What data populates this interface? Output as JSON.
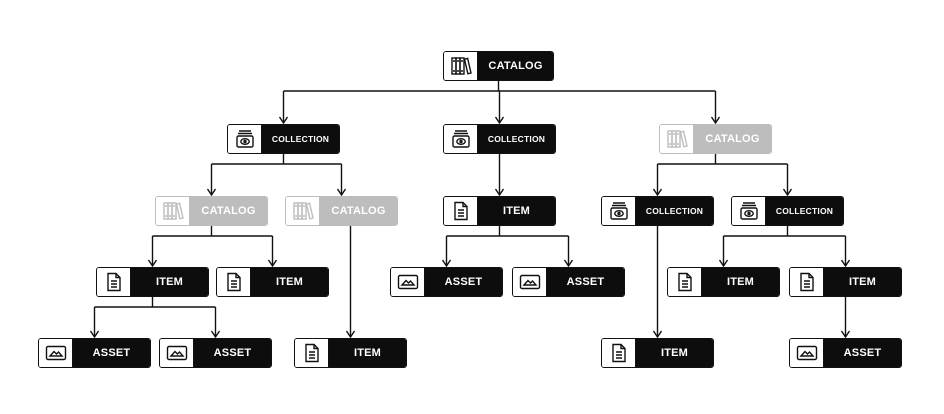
{
  "nodes": [
    {
      "id": "n0",
      "type": "catalog",
      "label": "CATALOG",
      "faded": false
    },
    {
      "id": "n1",
      "type": "collection",
      "label": "COLLECTION",
      "faded": false
    },
    {
      "id": "n2",
      "type": "collection",
      "label": "COLLECTION",
      "faded": false
    },
    {
      "id": "n3",
      "type": "catalog",
      "label": "CATALOG",
      "faded": true
    },
    {
      "id": "n4",
      "type": "catalog",
      "label": "CATALOG",
      "faded": true
    },
    {
      "id": "n5",
      "type": "catalog",
      "label": "CATALOG",
      "faded": true
    },
    {
      "id": "n6",
      "type": "item",
      "label": "ITEM",
      "faded": false
    },
    {
      "id": "n7",
      "type": "collection",
      "label": "COLLECTION",
      "faded": false
    },
    {
      "id": "n8",
      "type": "collection",
      "label": "COLLECTION",
      "faded": false
    },
    {
      "id": "n9",
      "type": "item",
      "label": "ITEM",
      "faded": false
    },
    {
      "id": "n10",
      "type": "item",
      "label": "ITEM",
      "faded": false
    },
    {
      "id": "n11",
      "type": "asset",
      "label": "ASSET",
      "faded": false
    },
    {
      "id": "n12",
      "type": "asset",
      "label": "ASSET",
      "faded": false
    },
    {
      "id": "n13",
      "type": "item",
      "label": "ITEM",
      "faded": false
    },
    {
      "id": "n14",
      "type": "item",
      "label": "ITEM",
      "faded": false
    },
    {
      "id": "n15",
      "type": "asset",
      "label": "ASSET",
      "faded": false
    },
    {
      "id": "n16",
      "type": "asset",
      "label": "ASSET",
      "faded": false
    },
    {
      "id": "n17",
      "type": "item",
      "label": "ITEM",
      "faded": false
    },
    {
      "id": "n18",
      "type": "item",
      "label": "ITEM",
      "faded": false
    },
    {
      "id": "n19",
      "type": "asset",
      "label": "ASSET",
      "faded": false
    }
  ],
  "edges": [
    [
      "n0",
      "n1"
    ],
    [
      "n0",
      "n2"
    ],
    [
      "n0",
      "n3"
    ],
    [
      "n1",
      "n4"
    ],
    [
      "n1",
      "n5"
    ],
    [
      "n2",
      "n6"
    ],
    [
      "n3",
      "n7"
    ],
    [
      "n3",
      "n8"
    ],
    [
      "n4",
      "n9"
    ],
    [
      "n4",
      "n10"
    ],
    [
      "n5",
      "n18"
    ],
    [
      "n6",
      "n11"
    ],
    [
      "n6",
      "n12"
    ],
    [
      "n7",
      "n17"
    ],
    [
      "n8",
      "n13"
    ],
    [
      "n8",
      "n14"
    ],
    [
      "n9",
      "n15"
    ],
    [
      "n9",
      "n16"
    ],
    [
      "n14",
      "n19"
    ]
  ]
}
